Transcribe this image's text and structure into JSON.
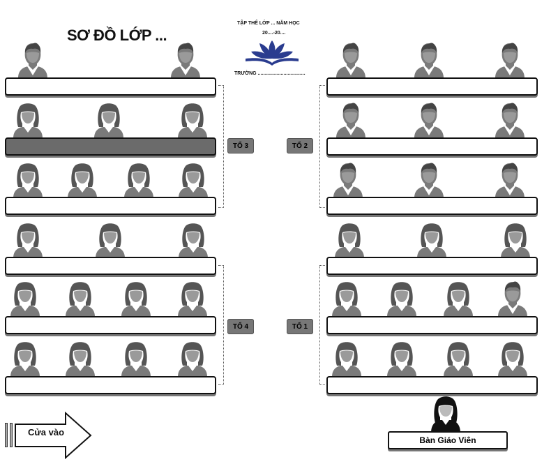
{
  "title": "SƠ ĐỒ LỚP ...",
  "header": {
    "line1": "TẬP THỂ LỚP ... NĂM HỌC",
    "line2": "20....-20....",
    "school": "TRƯỜNG ..................................."
  },
  "groups": {
    "g1": "TỔ 1",
    "g2": "TỔ 2",
    "g3": "TỔ 3",
    "g4": "TỔ 4"
  },
  "door_label": "Cửa vào",
  "teacher_desk_label": "Bàn Giáo Viên",
  "colors": {
    "shaded_desk": "#6b6b6b",
    "label_fill": "#777777",
    "logo_blue": "#2a3c8f"
  },
  "icons": [
    "male-student-icon",
    "female-student-icon",
    "teacher-icon",
    "lotus-book-logo-icon",
    "door-arrow-icon"
  ]
}
